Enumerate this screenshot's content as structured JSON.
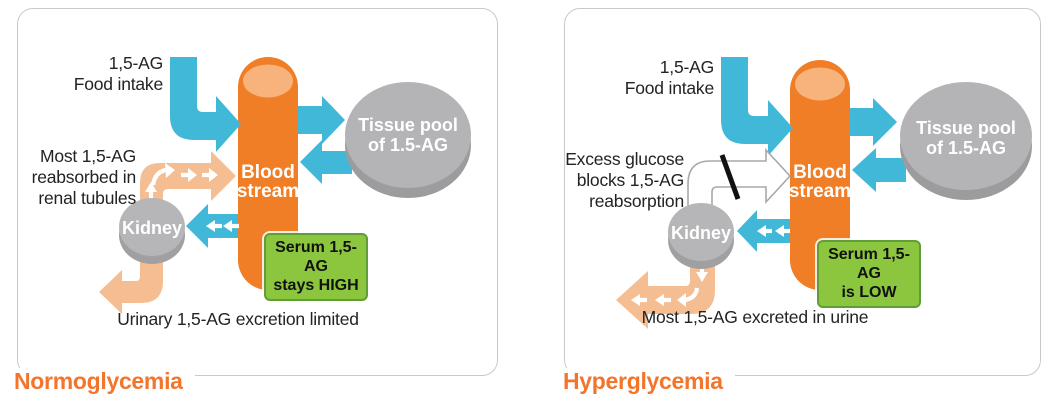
{
  "panels": [
    {
      "title": "Normoglycemia",
      "food_intake": {
        "line1": "1,5-AG",
        "line2": "Food intake"
      },
      "blood_stream": {
        "line1": "Blood",
        "line2": "stream"
      },
      "tissue_pool": {
        "line1": "Tissue pool",
        "line2": "of 1.5-AG"
      },
      "kidney_label": "Kidney",
      "side_note": {
        "line1": "Most 1,5-AG",
        "line2": "reabsorbed in",
        "line3": "renal tubules"
      },
      "serum_badge": {
        "line1": "Serum 1,5-AG",
        "line2": "stays HIGH"
      },
      "excretion_note": "Urinary 1,5-AG excretion limited"
    },
    {
      "title": "Hyperglycemia",
      "food_intake": {
        "line1": "1,5-AG",
        "line2": "Food intake"
      },
      "blood_stream": {
        "line1": "Blood",
        "line2": "stream"
      },
      "tissue_pool": {
        "line1": "Tissue pool",
        "line2": "of 1.5-AG"
      },
      "kidney_label": "Kidney",
      "side_note": {
        "line1": "Excess glucose",
        "line2": "blocks 1,5-AG",
        "line3": "reabsorption"
      },
      "serum_badge": {
        "line1": "Serum 1,5-AG",
        "line2": "is LOW"
      },
      "excretion_note": "Most 1,5-AG excreted in urine"
    }
  ],
  "colors": {
    "flow_blue": "#42b8d9",
    "blood_orange": "#f07e26",
    "blood_highlight": "#f8b27c",
    "renal_peach": "#f5be92",
    "organ_gray": "#b4b4b6",
    "organ_gray_rim": "#9c9c9e",
    "badge_green": "#8cc63e",
    "badge_green_border": "#5f9e36",
    "title_orange": "#f3752b",
    "panel_border": "#c9c9c9",
    "block_slash": "#111111"
  }
}
